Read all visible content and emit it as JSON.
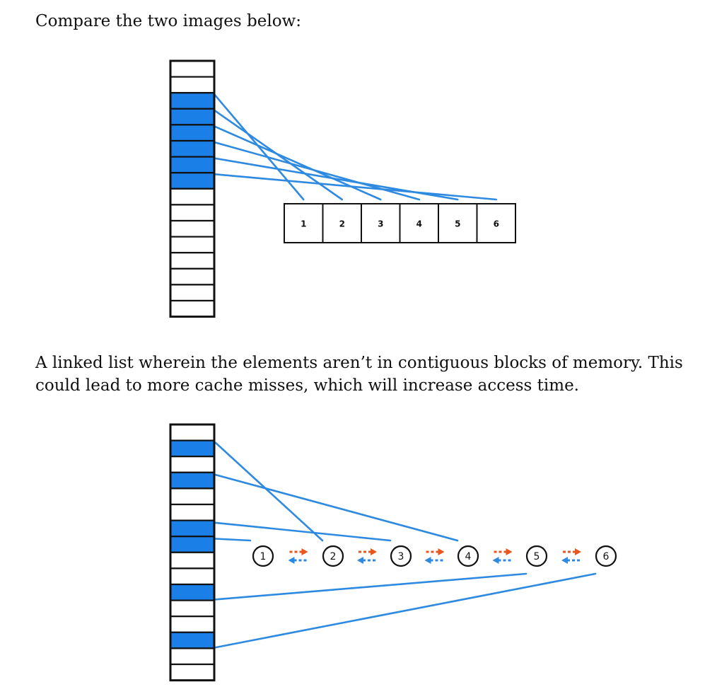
{
  "page": {
    "intro": "Compare the two images below:",
    "caption": "A linked list wherein the elements aren’t in contiguous blocks of memory. This could lead to more cache misses, which will increase access time."
  },
  "colors": {
    "memory_highlight": "#1a7fe6",
    "link_line": "#2d8ae0",
    "arrow_forward": "#e8551d",
    "arrow_backward": "#2d8ae0",
    "outline": "#111111"
  },
  "array_diagram": {
    "memory_cells": 16,
    "highlighted_cells": [
      2,
      3,
      4,
      5,
      6,
      7
    ],
    "elements": [
      "1",
      "2",
      "3",
      "4",
      "5",
      "6"
    ]
  },
  "linked_list_diagram": {
    "memory_cells": 16,
    "highlighted_cells": [
      1,
      3,
      6,
      7,
      10,
      13
    ],
    "nodes": [
      "1",
      "2",
      "3",
      "4",
      "5",
      "6"
    ],
    "node_memory_cells": [
      7,
      1,
      6,
      3,
      10,
      13
    ]
  }
}
